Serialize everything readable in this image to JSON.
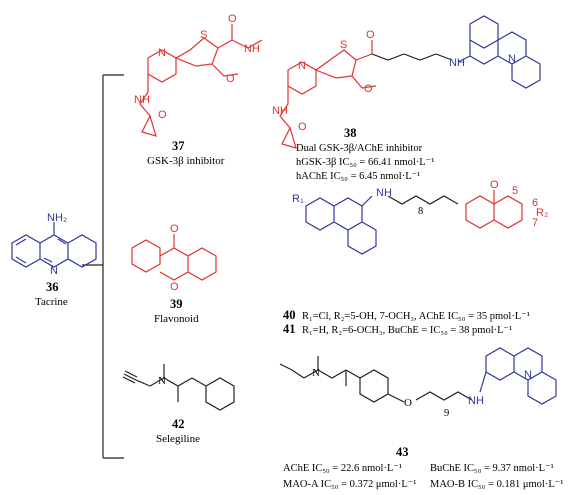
{
  "compounds": {
    "c36": {
      "number": "36",
      "name": "Tacrine",
      "atom_nh2": "NH₂",
      "atom_n": "N"
    },
    "c37": {
      "number": "37",
      "name": "GSK-3β inhibitor"
    },
    "c38": {
      "number": "38",
      "line1": "Dual GSK-3β/AChE inhibitor",
      "line2": "hGSK-3β IC₅₀ = 66.41 nmol·L⁻¹",
      "line3": "hAChE    IC₅₀ = 6.45 nmol·L⁻¹"
    },
    "c39": {
      "number": "39",
      "name": "Flavonoid"
    },
    "c40": {
      "number": "40",
      "text": "R₁=Cl, R₂=5-OH, 7-OCH₃, AChE IC₅₀ = 35 pmol·L⁻¹"
    },
    "c41": {
      "number": "41",
      "text": "R₁=H, R₂=6-OCH₃, BuChE = IC₅₀ = 38 pmol·L⁻¹"
    },
    "c42": {
      "number": "42",
      "name": "Selegiline"
    },
    "c43": {
      "number": "43",
      "line1a": "AChE IC₅₀ = 22.6 nmol·L⁻¹",
      "line1b": "BuChE IC₅₀ = 9.37 nmol·L⁻¹",
      "line2a": "MAO-A IC₅₀ = 0.372 μmol·L⁻¹",
      "line2b": "MAO-B IC₅₀ = 0.181 μmol·L⁻¹"
    }
  },
  "atoms": {
    "N": "N",
    "S": "S",
    "O": "O",
    "H": "H",
    "NH": "NH",
    "R1": "R₁",
    "R2": "R₂",
    "n8": "8",
    "n9": "9",
    "p5": "5",
    "p6": "6",
    "p7": "7"
  },
  "colors": {
    "blue": "#2f3a9a",
    "red": "#e0322e",
    "black": "#000000"
  }
}
